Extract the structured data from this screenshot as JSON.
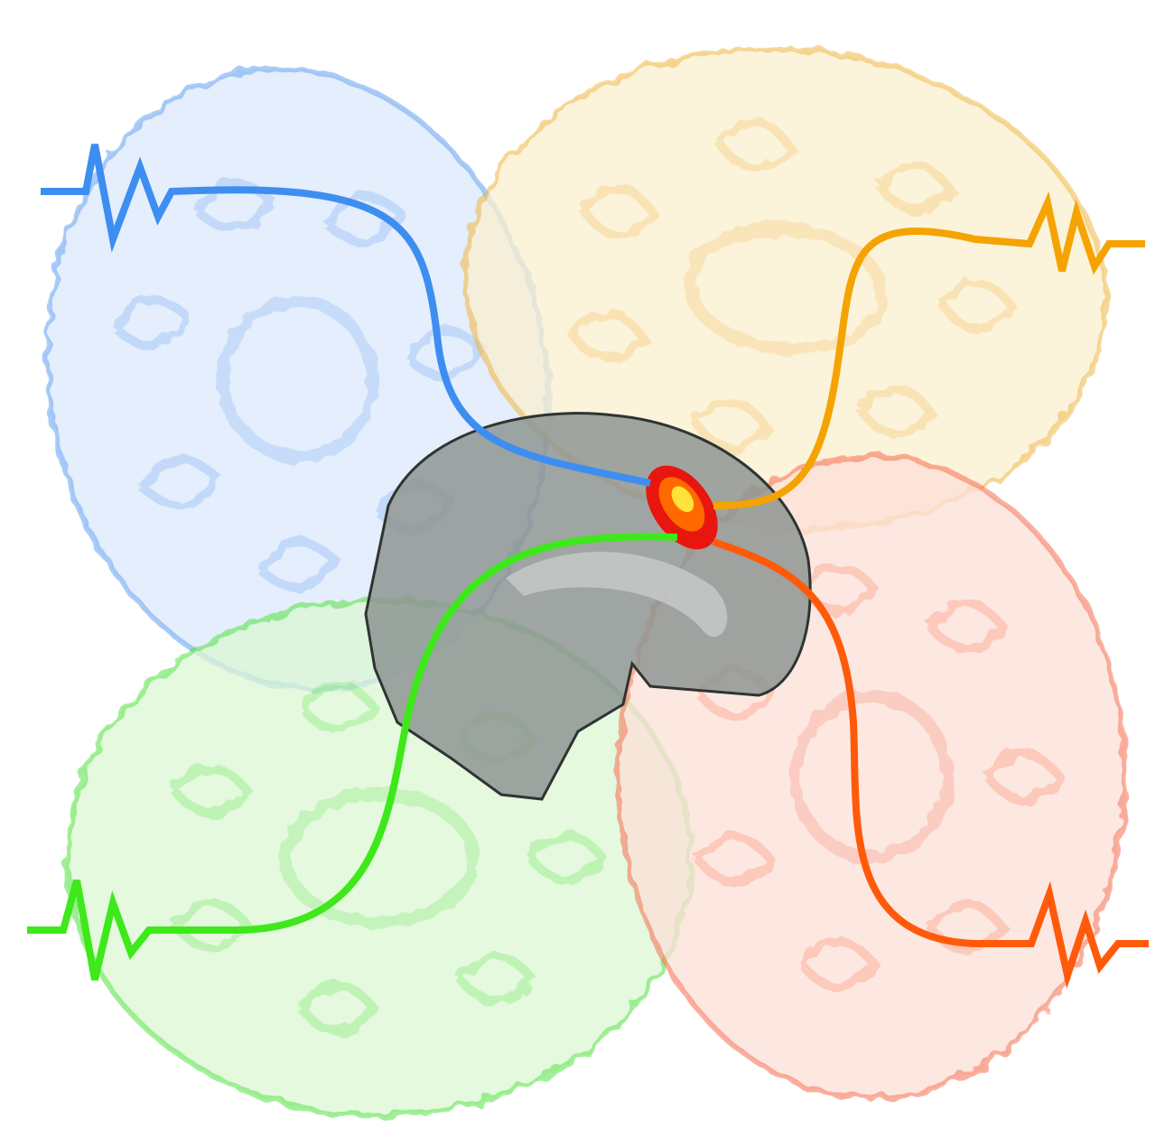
{
  "figure": {
    "background": "#ffffff",
    "slices": [
      {
        "id": "blue",
        "color": "#5b9bf0",
        "fill": "#dbe9fb",
        "icon": "coronal-brain-slice-icon"
      },
      {
        "id": "yellow",
        "color": "#f0b43a",
        "fill": "#fbefcf",
        "icon": "coronal-brain-slice-icon"
      },
      {
        "id": "green",
        "color": "#4fe03a",
        "fill": "#dbf7d3",
        "icon": "coronal-brain-slice-icon"
      },
      {
        "id": "red",
        "color": "#f56a48",
        "fill": "#fde0d8",
        "icon": "coronal-brain-slice-icon"
      }
    ],
    "center_brain": {
      "fill": "#8e9593",
      "outline": "#2f3432",
      "icon": "sagittal-brain-icon"
    },
    "hotspot": {
      "outer": "#e8160f",
      "mid": "#ff6a00",
      "inner": "#ffe23a",
      "icon": "activation-hotspot-icon"
    },
    "signals": [
      {
        "id": "blue",
        "color": "#3d8ef0",
        "icon": "eeg-signal-icon"
      },
      {
        "id": "yellow",
        "color": "#f5a300",
        "icon": "eeg-signal-icon"
      },
      {
        "id": "green",
        "color": "#3ee81a",
        "icon": "eeg-signal-icon"
      },
      {
        "id": "orange",
        "color": "#ff5a0a",
        "icon": "eeg-signal-icon"
      }
    ]
  }
}
